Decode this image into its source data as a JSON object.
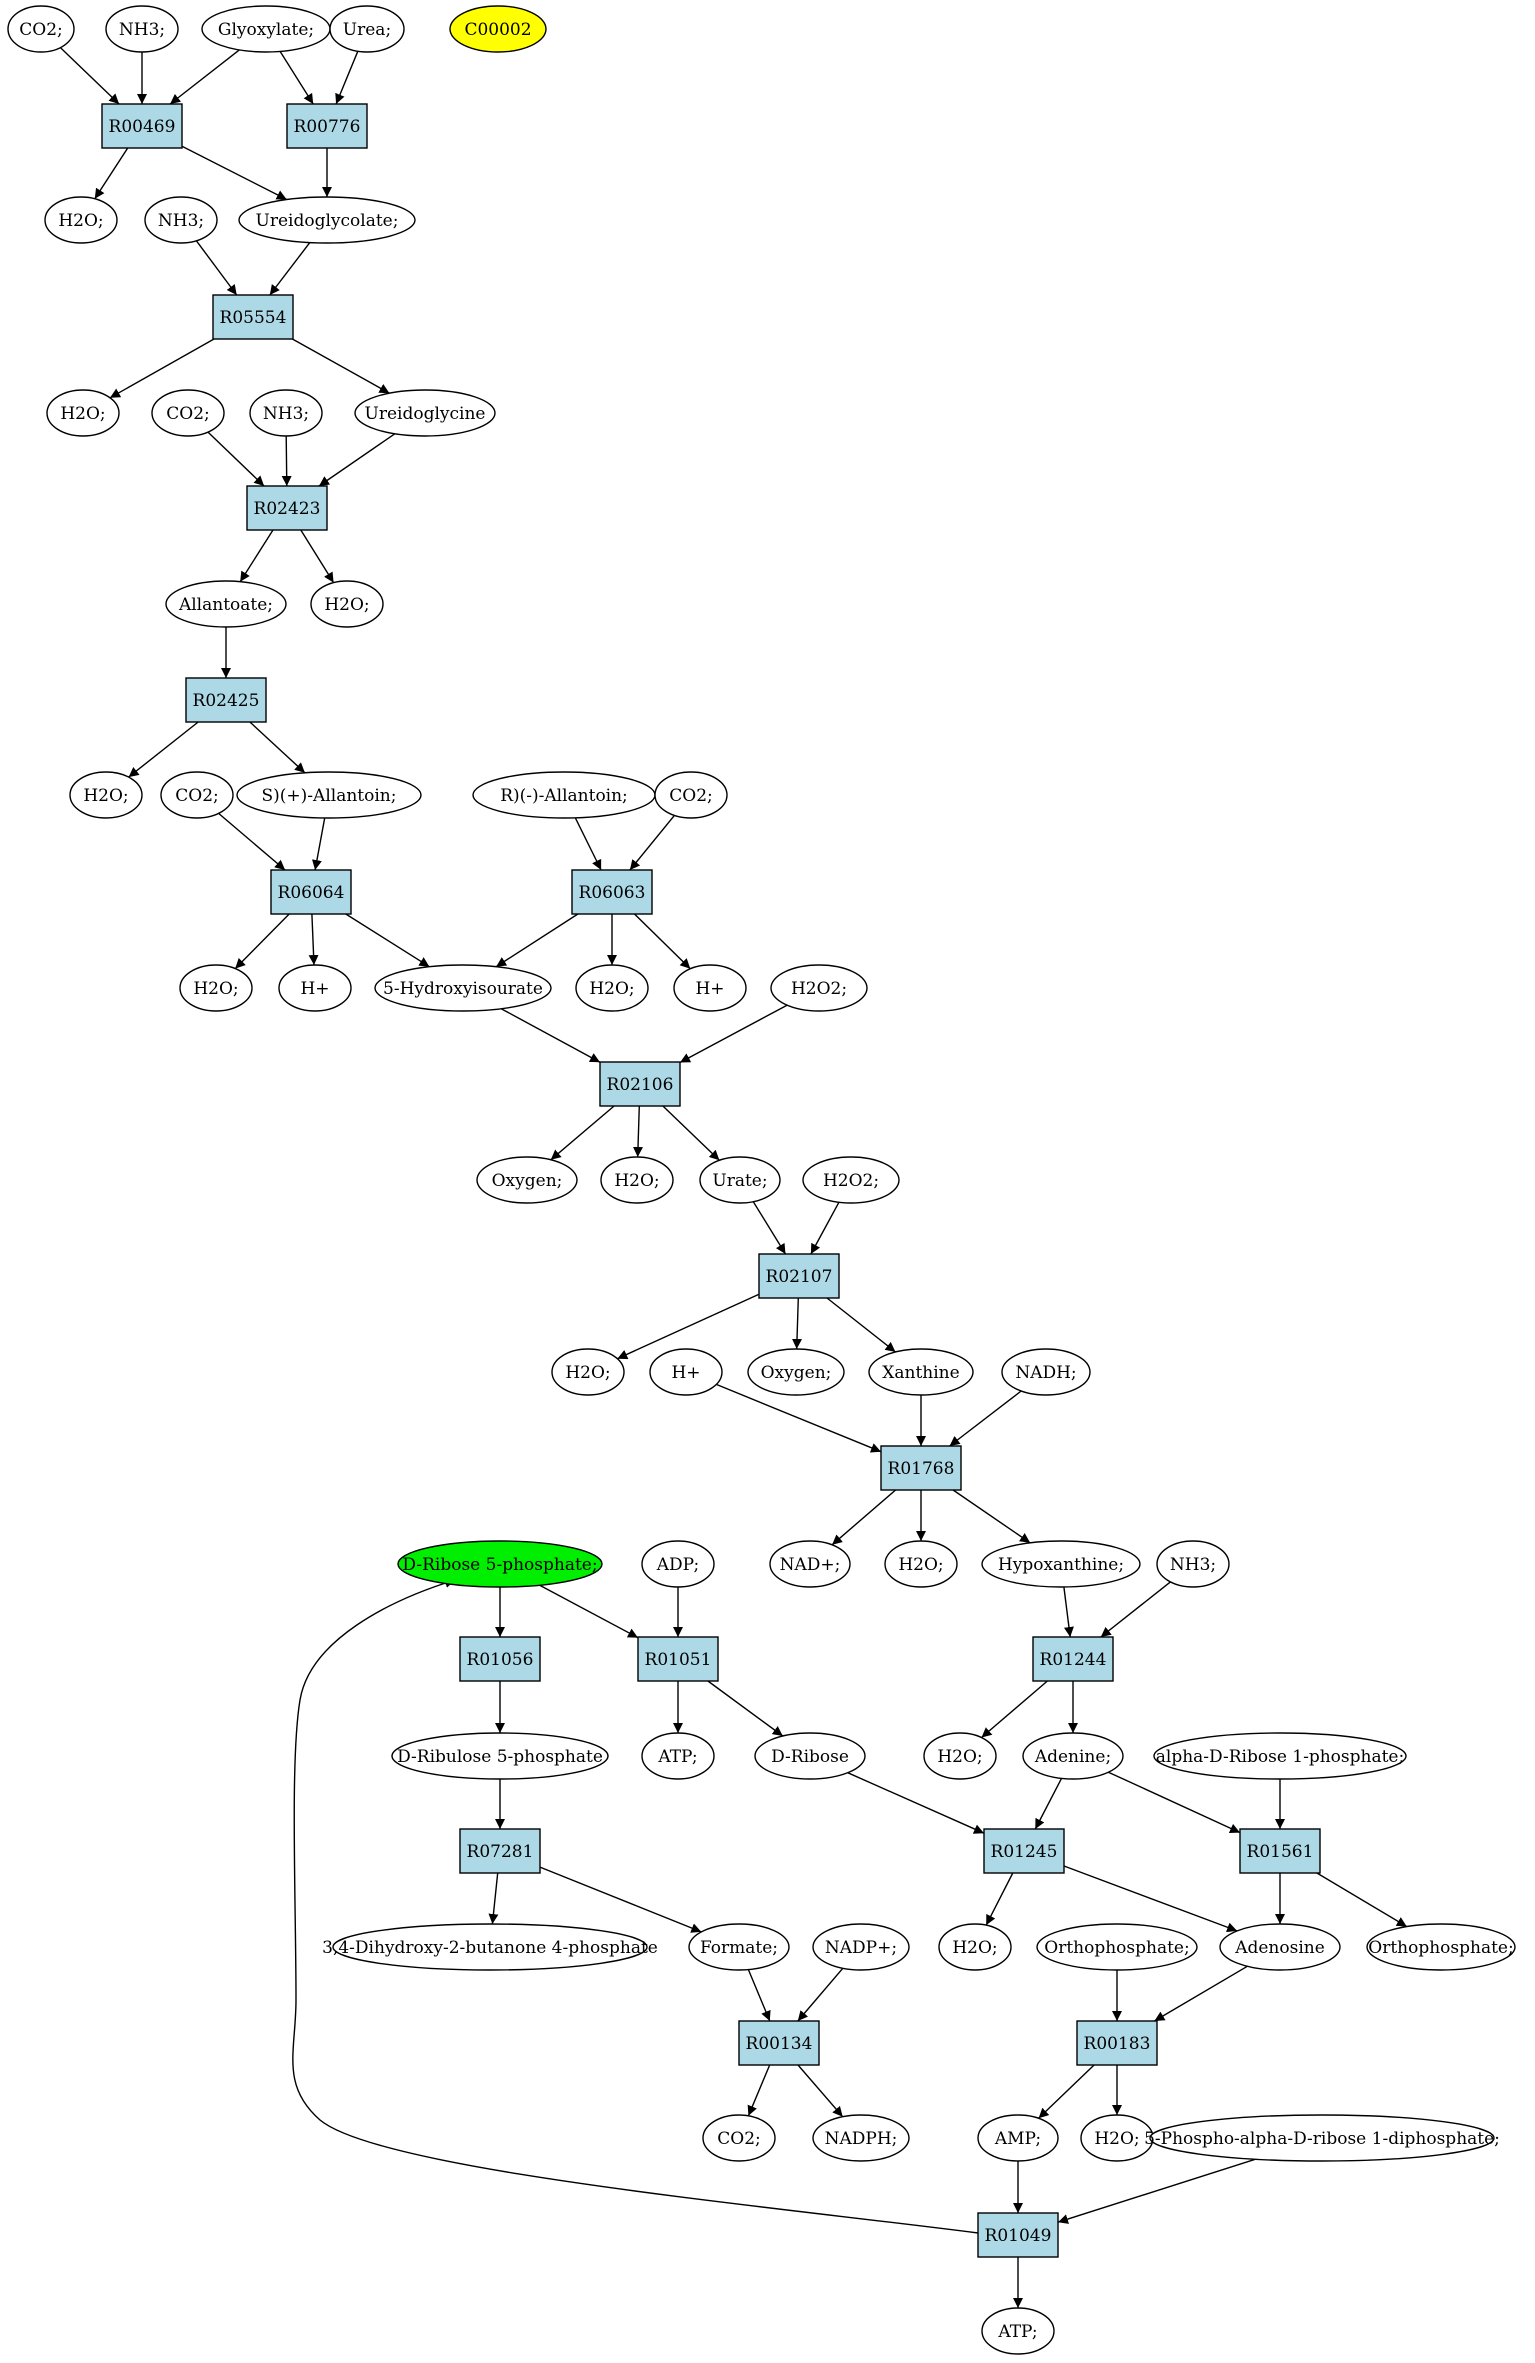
{
  "colors": {
    "reaction_fill": "#add8e6",
    "compound_fill": "#ffffff",
    "yellow_fill": "#ffff00",
    "green_fill": "#00ee00",
    "edge": "#000000"
  },
  "nodes": [
    {
      "id": "c_co2_1",
      "kind": "compound",
      "label": "CO2;"
    },
    {
      "id": "c_nh3_1",
      "kind": "compound",
      "label": "NH3;"
    },
    {
      "id": "c_glyox",
      "kind": "compound",
      "label": "Glyoxylate;"
    },
    {
      "id": "c_urea",
      "kind": "compound",
      "label": "Urea;"
    },
    {
      "id": "c_c00002",
      "kind": "compound",
      "label": "C00002",
      "fill": "yellow"
    },
    {
      "id": "r00469",
      "kind": "reaction",
      "label": "R00469"
    },
    {
      "id": "r00776",
      "kind": "reaction",
      "label": "R00776"
    },
    {
      "id": "c_h2o_1",
      "kind": "compound",
      "label": "H2O;"
    },
    {
      "id": "c_nh3_2",
      "kind": "compound",
      "label": "NH3;"
    },
    {
      "id": "c_ureidoglycolate",
      "kind": "compound",
      "label": "Ureidoglycolate;"
    },
    {
      "id": "r05554",
      "kind": "reaction",
      "label": "R05554"
    },
    {
      "id": "c_h2o_2",
      "kind": "compound",
      "label": "H2O;"
    },
    {
      "id": "c_co2_2",
      "kind": "compound",
      "label": "CO2;"
    },
    {
      "id": "c_nh3_3",
      "kind": "compound",
      "label": "NH3;"
    },
    {
      "id": "c_ureidoglycine",
      "kind": "compound",
      "label": "Ureidoglycine"
    },
    {
      "id": "r02423",
      "kind": "reaction",
      "label": "R02423"
    },
    {
      "id": "c_allantoate",
      "kind": "compound",
      "label": "Allantoate;"
    },
    {
      "id": "c_h2o_3",
      "kind": "compound",
      "label": "H2O;"
    },
    {
      "id": "r02425",
      "kind": "reaction",
      "label": "R02425"
    },
    {
      "id": "c_h2o_4",
      "kind": "compound",
      "label": "H2O;"
    },
    {
      "id": "c_co2_3",
      "kind": "compound",
      "label": "CO2;"
    },
    {
      "id": "c_s_allantoin",
      "kind": "compound",
      "label": "S)(+)-Allantoin;"
    },
    {
      "id": "c_r_allantoin",
      "kind": "compound",
      "label": "R)(-)-Allantoin;"
    },
    {
      "id": "c_co2_4",
      "kind": "compound",
      "label": "CO2;"
    },
    {
      "id": "r06064",
      "kind": "reaction",
      "label": "R06064"
    },
    {
      "id": "r06063",
      "kind": "reaction",
      "label": "R06063"
    },
    {
      "id": "c_h2o_5",
      "kind": "compound",
      "label": "H2O;"
    },
    {
      "id": "c_hplus_1",
      "kind": "compound",
      "label": "H+"
    },
    {
      "id": "c_5hiu",
      "kind": "compound",
      "label": "5-Hydroxyisourate"
    },
    {
      "id": "c_h2o_6",
      "kind": "compound",
      "label": "H2O;"
    },
    {
      "id": "c_hplus_2",
      "kind": "compound",
      "label": "H+"
    },
    {
      "id": "c_h2o2_1",
      "kind": "compound",
      "label": "H2O2;"
    },
    {
      "id": "r02106",
      "kind": "reaction",
      "label": "R02106"
    },
    {
      "id": "c_oxygen_1",
      "kind": "compound",
      "label": "Oxygen;"
    },
    {
      "id": "c_h2o_7",
      "kind": "compound",
      "label": "H2O;"
    },
    {
      "id": "c_urate",
      "kind": "compound",
      "label": "Urate;"
    },
    {
      "id": "c_h2o2_2",
      "kind": "compound",
      "label": "H2O2;"
    },
    {
      "id": "r02107",
      "kind": "reaction",
      "label": "R02107"
    },
    {
      "id": "c_h2o_8",
      "kind": "compound",
      "label": "H2O;"
    },
    {
      "id": "c_hplus_3",
      "kind": "compound",
      "label": "H+"
    },
    {
      "id": "c_oxygen_2",
      "kind": "compound",
      "label": "Oxygen;"
    },
    {
      "id": "c_xanthine",
      "kind": "compound",
      "label": "Xanthine"
    },
    {
      "id": "c_nadh",
      "kind": "compound",
      "label": "NADH;"
    },
    {
      "id": "r01768",
      "kind": "reaction",
      "label": "R01768"
    },
    {
      "id": "c_ribose5p",
      "kind": "compound",
      "label": "D-Ribose 5-phosphate;",
      "fill": "green"
    },
    {
      "id": "c_adp",
      "kind": "compound",
      "label": "ADP;"
    },
    {
      "id": "c_nadplus",
      "kind": "compound",
      "label": "NAD+;"
    },
    {
      "id": "c_h2o_9",
      "kind": "compound",
      "label": "H2O;"
    },
    {
      "id": "c_hypoxanthine",
      "kind": "compound",
      "label": "Hypoxanthine;"
    },
    {
      "id": "c_nh3_4",
      "kind": "compound",
      "label": "NH3;"
    },
    {
      "id": "r01056",
      "kind": "reaction",
      "label": "R01056"
    },
    {
      "id": "r01051",
      "kind": "reaction",
      "label": "R01051"
    },
    {
      "id": "r01244",
      "kind": "reaction",
      "label": "R01244"
    },
    {
      "id": "c_ribulose5p",
      "kind": "compound",
      "label": "D-Ribulose 5-phosphate"
    },
    {
      "id": "c_atp_1",
      "kind": "compound",
      "label": "ATP;"
    },
    {
      "id": "c_dribose",
      "kind": "compound",
      "label": "D-Ribose"
    },
    {
      "id": "c_h2o_10",
      "kind": "compound",
      "label": "H2O;"
    },
    {
      "id": "c_adenine",
      "kind": "compound",
      "label": "Adenine;"
    },
    {
      "id": "c_adr1p",
      "kind": "compound",
      "label": "alpha-D-Ribose 1-phosphate;"
    },
    {
      "id": "r07281",
      "kind": "reaction",
      "label": "R07281"
    },
    {
      "id": "r01245",
      "kind": "reaction",
      "label": "R01245"
    },
    {
      "id": "r01561",
      "kind": "reaction",
      "label": "R01561"
    },
    {
      "id": "c_dhb4p",
      "kind": "compound",
      "label": "3,4-Dihydroxy-2-butanone 4-phosphate"
    },
    {
      "id": "c_formate",
      "kind": "compound",
      "label": "Formate;"
    },
    {
      "id": "c_nadpplus",
      "kind": "compound",
      "label": "NADP+;"
    },
    {
      "id": "c_h2o_11",
      "kind": "compound",
      "label": "H2O;"
    },
    {
      "id": "c_orthophosphate_1",
      "kind": "compound",
      "label": "Orthophosphate;"
    },
    {
      "id": "c_adenosine",
      "kind": "compound",
      "label": "Adenosine"
    },
    {
      "id": "c_orthophosphate_2",
      "kind": "compound",
      "label": "Orthophosphate;"
    },
    {
      "id": "r00134",
      "kind": "reaction",
      "label": "R00134"
    },
    {
      "id": "r00183",
      "kind": "reaction",
      "label": "R00183"
    },
    {
      "id": "c_co2_5",
      "kind": "compound",
      "label": "CO2;"
    },
    {
      "id": "c_nadph",
      "kind": "compound",
      "label": "NADPH;"
    },
    {
      "id": "c_amp",
      "kind": "compound",
      "label": "AMP;"
    },
    {
      "id": "c_h2o_12",
      "kind": "compound",
      "label": "H2O;"
    },
    {
      "id": "c_prpp",
      "kind": "compound",
      "label": "5-Phospho-alpha-D-ribose 1-diphosphate;"
    },
    {
      "id": "r01049",
      "kind": "reaction",
      "label": "R01049"
    },
    {
      "id": "c_atp_2",
      "kind": "compound",
      "label": "ATP;"
    }
  ],
  "edges": [
    [
      "c_co2_1",
      "r00469"
    ],
    [
      "c_nh3_1",
      "r00469"
    ],
    [
      "c_glyox",
      "r00469"
    ],
    [
      "c_glyox",
      "r00776"
    ],
    [
      "c_urea",
      "r00776"
    ],
    [
      "r00469",
      "c_h2o_1"
    ],
    [
      "r00469",
      "c_ureidoglycolate"
    ],
    [
      "r00776",
      "c_ureidoglycolate"
    ],
    [
      "c_nh3_2",
      "r05554"
    ],
    [
      "c_ureidoglycolate",
      "r05554"
    ],
    [
      "r05554",
      "c_h2o_2"
    ],
    [
      "r05554",
      "c_ureidoglycine"
    ],
    [
      "c_co2_2",
      "r02423"
    ],
    [
      "c_nh3_3",
      "r02423"
    ],
    [
      "c_ureidoglycine",
      "r02423"
    ],
    [
      "r02423",
      "c_allantoate"
    ],
    [
      "r02423",
      "c_h2o_3"
    ],
    [
      "c_allantoate",
      "r02425"
    ],
    [
      "r02425",
      "c_h2o_4"
    ],
    [
      "r02425",
      "c_s_allantoin"
    ],
    [
      "c_co2_3",
      "r06064"
    ],
    [
      "c_s_allantoin",
      "r06064"
    ],
    [
      "c_r_allantoin",
      "r06063"
    ],
    [
      "c_co2_4",
      "r06063"
    ],
    [
      "r06064",
      "c_h2o_5"
    ],
    [
      "r06064",
      "c_hplus_1"
    ],
    [
      "r06064",
      "c_5hiu"
    ],
    [
      "r06063",
      "c_5hiu"
    ],
    [
      "r06063",
      "c_h2o_6"
    ],
    [
      "r06063",
      "c_hplus_2"
    ],
    [
      "c_5hiu",
      "r02106"
    ],
    [
      "c_h2o2_1",
      "r02106"
    ],
    [
      "r02106",
      "c_oxygen_1"
    ],
    [
      "r02106",
      "c_h2o_7"
    ],
    [
      "r02106",
      "c_urate"
    ],
    [
      "c_urate",
      "r02107"
    ],
    [
      "c_h2o2_2",
      "r02107"
    ],
    [
      "r02107",
      "c_h2o_8"
    ],
    [
      "r02107",
      "c_oxygen_2"
    ],
    [
      "r02107",
      "c_xanthine"
    ],
    [
      "c_hplus_3",
      "r01768"
    ],
    [
      "c_xanthine",
      "r01768"
    ],
    [
      "c_nadh",
      "r01768"
    ],
    [
      "r01768",
      "c_nadplus"
    ],
    [
      "r01768",
      "c_h2o_9"
    ],
    [
      "r01768",
      "c_hypoxanthine"
    ],
    [
      "c_ribose5p",
      "r01056"
    ],
    [
      "c_ribose5p",
      "r01051"
    ],
    [
      "c_adp",
      "r01051"
    ],
    [
      "c_hypoxanthine",
      "r01244"
    ],
    [
      "c_nh3_4",
      "r01244"
    ],
    [
      "r01056",
      "c_ribulose5p"
    ],
    [
      "r01051",
      "c_atp_1"
    ],
    [
      "r01051",
      "c_dribose"
    ],
    [
      "r01244",
      "c_h2o_10"
    ],
    [
      "r01244",
      "c_adenine"
    ],
    [
      "c_ribulose5p",
      "r07281"
    ],
    [
      "c_dribose",
      "r01245"
    ],
    [
      "c_adenine",
      "r01245"
    ],
    [
      "c_adenine",
      "r01561"
    ],
    [
      "c_adr1p",
      "r01561"
    ],
    [
      "r07281",
      "c_dhb4p"
    ],
    [
      "r07281",
      "c_formate"
    ],
    [
      "r01245",
      "c_h2o_11"
    ],
    [
      "r01245",
      "c_adenosine"
    ],
    [
      "r01561",
      "c_adenosine"
    ],
    [
      "r01561",
      "c_orthophosphate_2"
    ],
    [
      "c_formate",
      "r00134"
    ],
    [
      "c_nadpplus",
      "r00134"
    ],
    [
      "c_orthophosphate_1",
      "r00183"
    ],
    [
      "c_adenosine",
      "r00183"
    ],
    [
      "r00134",
      "c_co2_5"
    ],
    [
      "r00134",
      "c_nadph"
    ],
    [
      "r00183",
      "c_amp"
    ],
    [
      "r00183",
      "c_h2o_12"
    ],
    [
      "c_amp",
      "r01049"
    ],
    [
      "c_prpp",
      "r01049"
    ],
    [
      "r01049",
      "c_atp_2"
    ],
    [
      "r01049",
      "c_ribose5p",
      "curve"
    ]
  ]
}
